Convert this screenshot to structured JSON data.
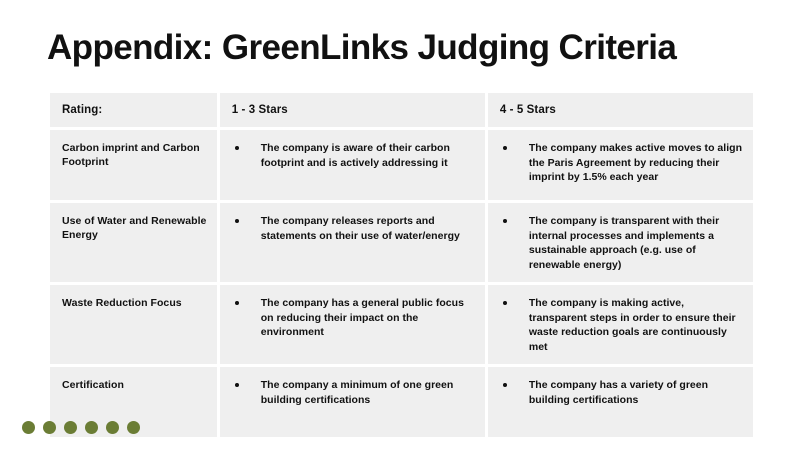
{
  "slide": {
    "title": "Appendix: GreenLinks Judging Criteria",
    "background_color": "#ffffff",
    "text_color": "#111111",
    "cell_background_color": "#efefef"
  },
  "table": {
    "headers": [
      {
        "label": "Rating:"
      },
      {
        "label": "1 - 3 Stars"
      },
      {
        "label": "4 - 5 Stars"
      }
    ],
    "rows": [
      {
        "rating": "Carbon imprint and Carbon Footprint",
        "low": "The company is aware of their carbon footprint and is actively addressing it",
        "high": "The company makes active moves to align the Paris Agreement by reducing their imprint by 1.5% each year"
      },
      {
        "rating": "Use of Water and Renewable Energy",
        "low": "The company releases reports and statements on their use of water/energy",
        "high": "The company is transparent with their internal processes and implements a sustainable approach (e.g. use of renewable energy)"
      },
      {
        "rating": "Waste Reduction Focus",
        "low": "The company has a general public focus on reducing their impact on the environment",
        "high": "The company is making active, transparent steps in order to ensure their waste reduction goals are continuously met"
      },
      {
        "rating": "Certification",
        "low": "The company a minimum of one green building certifications",
        "high": "The company has a variety of green building certifications"
      }
    ]
  },
  "decoration": {
    "dots": [
      {
        "color": "#6b7d35"
      },
      {
        "color": "#6b7d35"
      },
      {
        "color": "#6b7d35"
      },
      {
        "color": "#6b7d35"
      },
      {
        "color": "#6b7d35"
      },
      {
        "color": "#6b7d35"
      }
    ]
  }
}
